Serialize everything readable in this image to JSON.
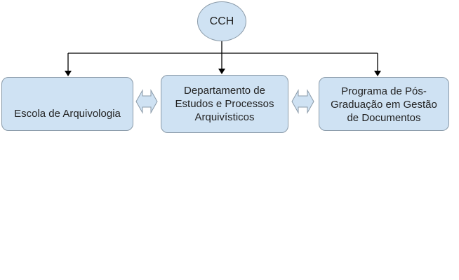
{
  "root": {
    "label": "CCH"
  },
  "children": [
    {
      "label": "Escola de Arquivologia"
    },
    {
      "label": "Departamento de Estudos e Processos Arquivísticos"
    },
    {
      "label": "Programa de Pós-Graduação em Gestão de Documentos"
    }
  ],
  "colors": {
    "node_fill": "#cfe2f3",
    "node_border": "#8a9aa8",
    "connector": "#000000"
  }
}
